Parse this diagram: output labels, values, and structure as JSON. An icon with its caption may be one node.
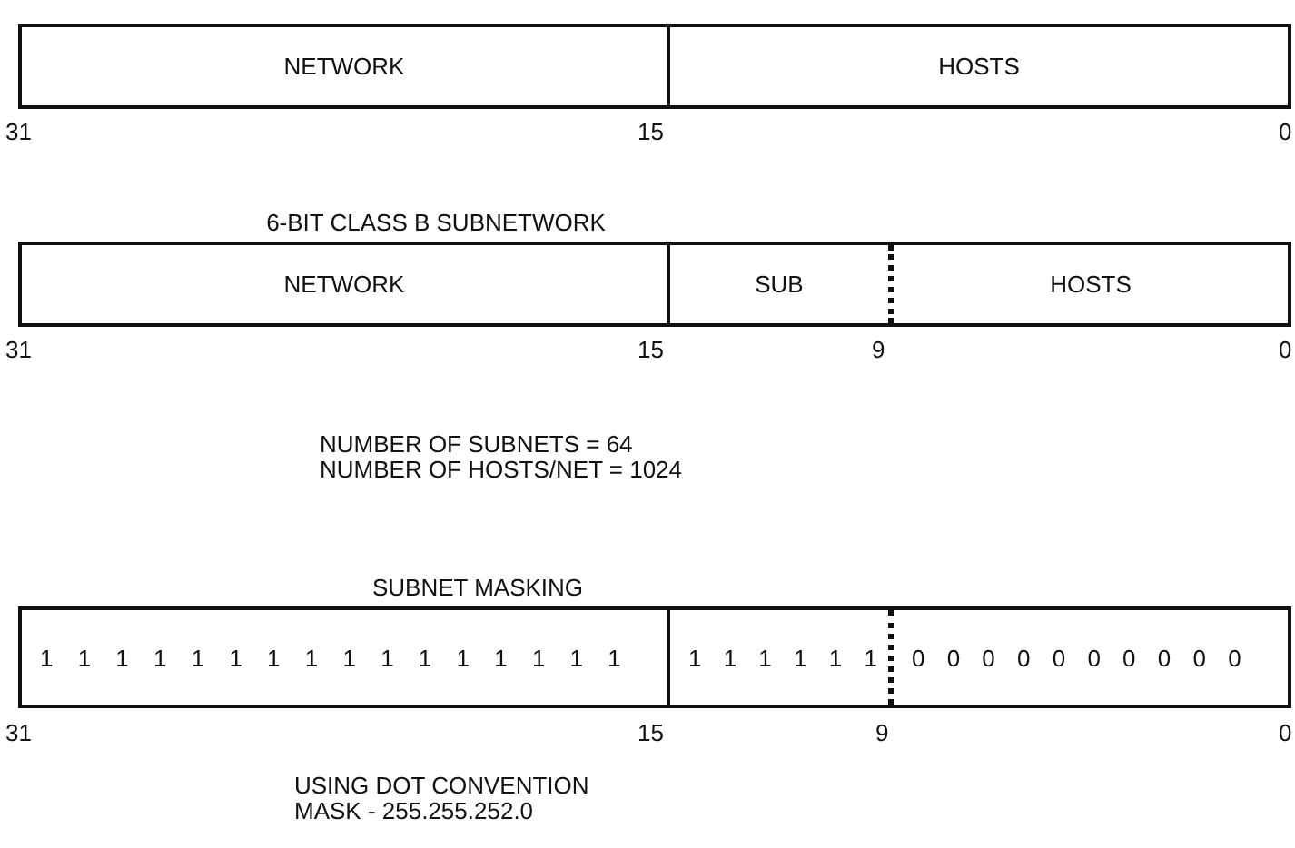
{
  "diagram": {
    "nodes": [
      {
        "text": [
          "NETWORK"
        ]
      },
      {
        "text": [
          "HOSTS"
        ]
      },
      {
        "text": [
          "NETWORK"
        ]
      },
      {
        "text": [
          "SUB"
        ]
      },
      {
        "text": [
          "HOSTS"
        ]
      },
      {
        "text": [
          "1 1 1 1 1 1 1 1 1 1 1 1 1 1 1 1"
        ]
      },
      {
        "text": [
          "1 1 1 1 1 1"
        ]
      },
      {
        "text": [
          "0 0 0 0 0 0 0 0 0 0"
        ]
      }
    ],
    "edges": [],
    "labels": [
      "31",
      "15",
      "0",
      "6-BIT CLASS B SUBNETWORK",
      "31",
      "15",
      "9",
      "0",
      "NUMBER OF SUBNETS = 64",
      "NUMBER OF HOSTS/NET = 1024",
      "SUBNET MASKING",
      "31",
      "15",
      "9",
      "0",
      "USING DOT CONVENTION",
      "MASK - 255.255.252.0"
    ]
  }
}
